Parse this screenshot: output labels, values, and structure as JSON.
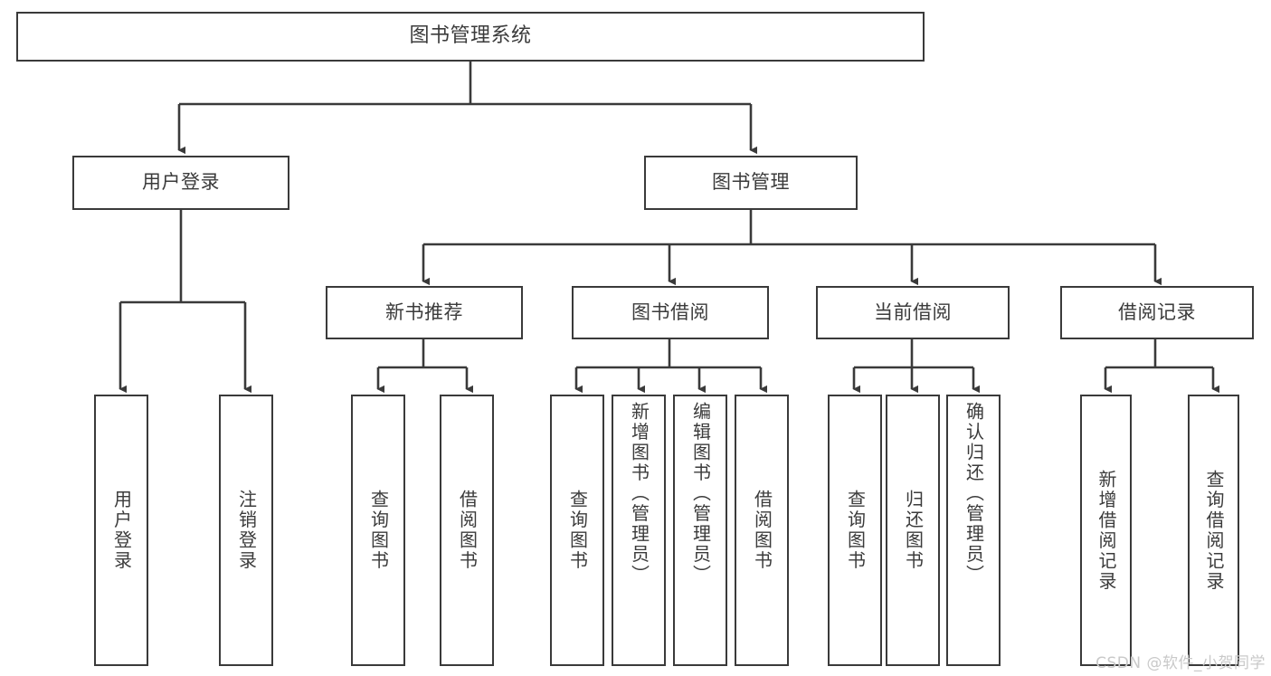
{
  "diagram": {
    "type": "tree-hierarchy",
    "title": "图书管理系统",
    "orientation": "top-down",
    "colors": {
      "box_border": "#3a3a3a",
      "box_fill": "#ffffff",
      "text": "#3b3b3b",
      "connector": "#3a3a3a",
      "watermark": "#c9c9c9",
      "background": "#ffffff"
    }
  },
  "watermark": {
    "text": "CSDN @软件_小贺同学"
  },
  "nodes": {
    "root": {
      "label": "图书管理系统"
    },
    "level2": [
      {
        "label": "用户登录"
      },
      {
        "label": "图书管理"
      }
    ],
    "level3": [
      {
        "label": "新书推荐"
      },
      {
        "label": "图书借阅"
      },
      {
        "label": "当前借阅"
      },
      {
        "label": "借阅记录"
      }
    ],
    "leaves_user_login": [
      {
        "label": "用户登录"
      },
      {
        "label": "注销登录"
      }
    ],
    "leaves_new_book": [
      {
        "label": "查询图书"
      },
      {
        "label": "借阅图书"
      }
    ],
    "leaves_borrow": [
      {
        "label": "查询图书"
      },
      {
        "label": "新增图书（管理员）"
      },
      {
        "label": "编辑图书（管理员）"
      },
      {
        "label": "借阅图书"
      }
    ],
    "leaves_current": [
      {
        "label": "查询图书"
      },
      {
        "label": "归还图书"
      },
      {
        "label": "确认归还（管理员）"
      }
    ],
    "leaves_records": [
      {
        "label": "新增借阅记录"
      },
      {
        "label": "查询借阅记录"
      }
    ]
  }
}
